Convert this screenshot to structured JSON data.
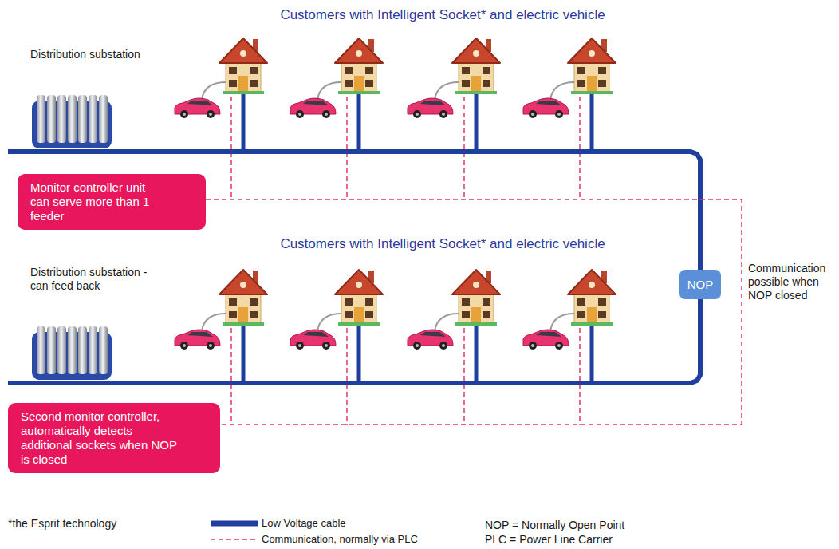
{
  "diagram": {
    "nodes": [
      {
        "text": [
          "Distribution substation"
        ]
      },
      {
        "text": [
          "Monitor controller unit can serve more than 1 feeder"
        ]
      },
      {
        "text": [
          "Distribution substation - can feed back"
        ]
      },
      {
        "text": [
          "NOP"
        ]
      },
      {
        "text": [
          "Second monitor controller, automatically detects additional sockets when NOP is closed"
        ]
      }
    ],
    "edges": [
      {
        "from": 0,
        "to": 3,
        "arrow": "none"
      },
      {
        "from": 2,
        "to": 3,
        "arrow": "none"
      },
      {
        "from": 1,
        "to": 4,
        "arrow": "none"
      }
    ],
    "labels": [
      "Customers with Intelligent Socket* and electric vehicle",
      "Customers with Intelligent Socket* and electric vehicle",
      "Communication possible when NOP closed",
      "*the Esprit technology",
      "NOP = Normally Open Point",
      "PLC = Power Line Carrier"
    ],
    "legend": [
      {
        "text": "Low Voltage cable"
      },
      {
        "text": "Communication, normally via PLC"
      }
    ]
  }
}
